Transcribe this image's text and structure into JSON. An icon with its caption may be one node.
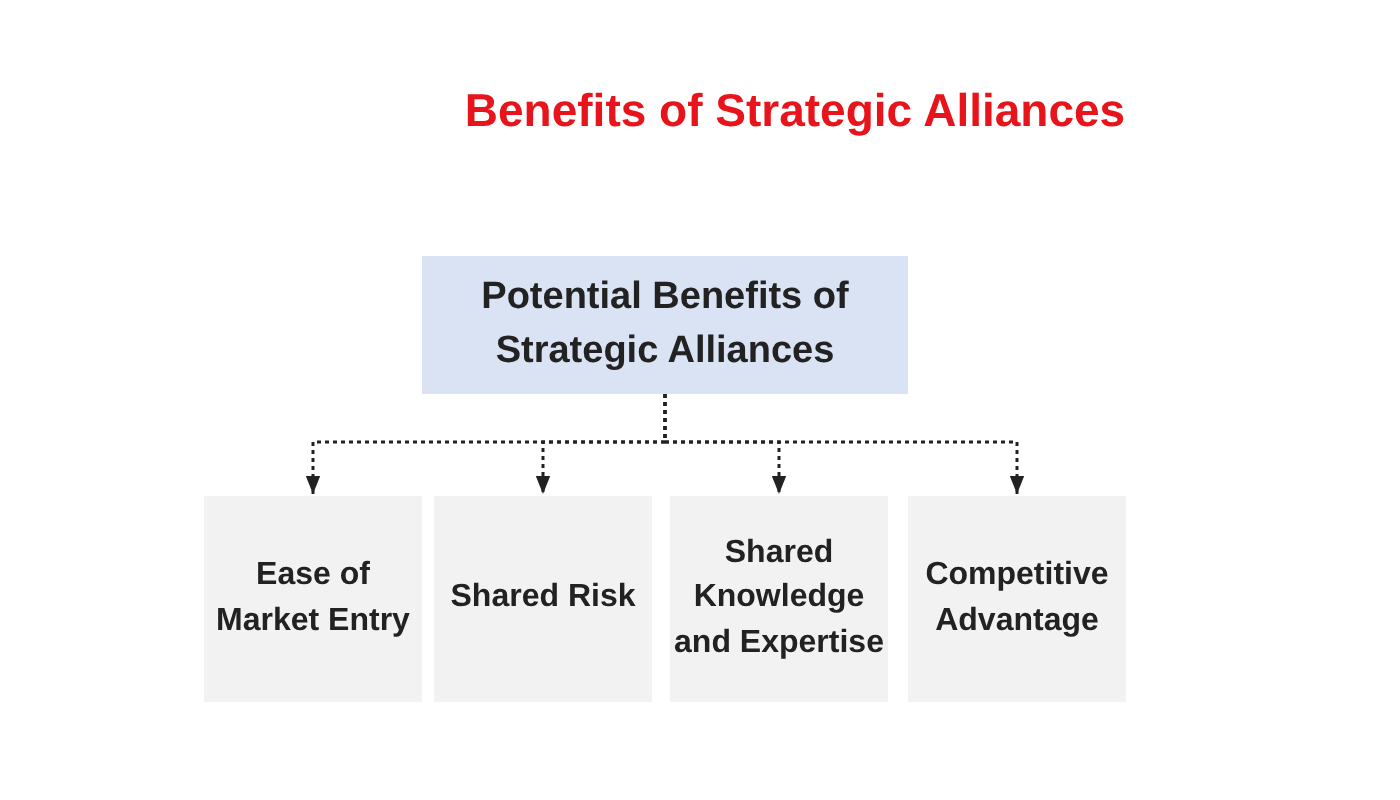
{
  "diagram": {
    "title": "Benefits of Strategic Alliances",
    "nodes": [
      {
        "text": [
          "Potential Benefits of Strategic Alliances"
        ]
      },
      {
        "text": [
          "Ease of Market Entry"
        ]
      },
      {
        "text": [
          "Shared Risk"
        ]
      },
      {
        "text": [
          "Shared Knowledge and Expertise"
        ]
      },
      {
        "text": [
          "Competitive Advantage"
        ]
      }
    ],
    "edges": [
      {
        "from": 0,
        "to": 1,
        "arrow": "to",
        "style": "dashed"
      },
      {
        "from": 0,
        "to": 2,
        "arrow": "to",
        "style": "dashed"
      },
      {
        "from": 0,
        "to": 3,
        "arrow": "to",
        "style": "dashed"
      },
      {
        "from": 0,
        "to": 4,
        "arrow": "to",
        "style": "dashed"
      }
    ]
  }
}
